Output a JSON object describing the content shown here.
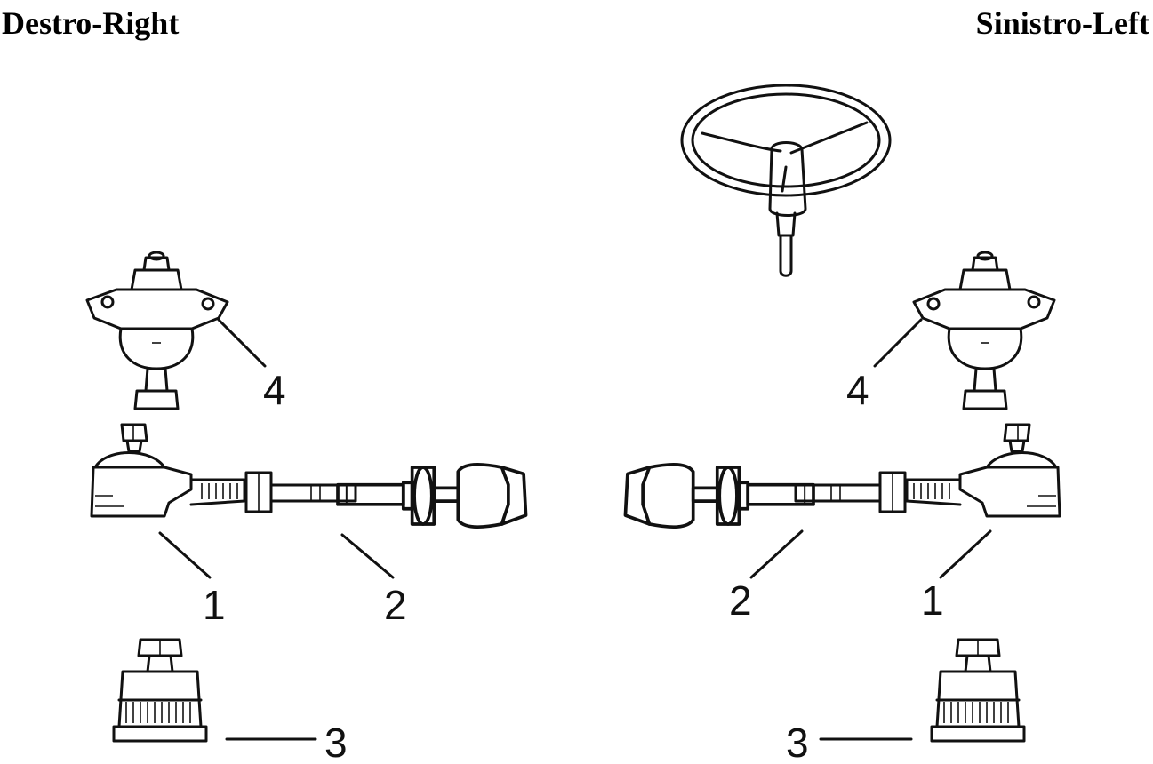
{
  "headings": {
    "right_side": "Destro-Right",
    "left_side": "Sinistro-Left"
  },
  "callouts": {
    "right": {
      "tie_rod_end": "1",
      "inner_tie_rod": "2",
      "lower_ball_joint": "3",
      "upper_ball_joint": "4"
    },
    "left": {
      "tie_rod_end": "1",
      "inner_tie_rod": "2",
      "lower_ball_joint": "3",
      "upper_ball_joint": "4"
    }
  },
  "icons": [
    "steering-wheel-icon",
    "upper-ball-joint-icon",
    "tie-rod-end-icon",
    "inner-tie-rod-icon",
    "lower-ball-joint-icon"
  ]
}
